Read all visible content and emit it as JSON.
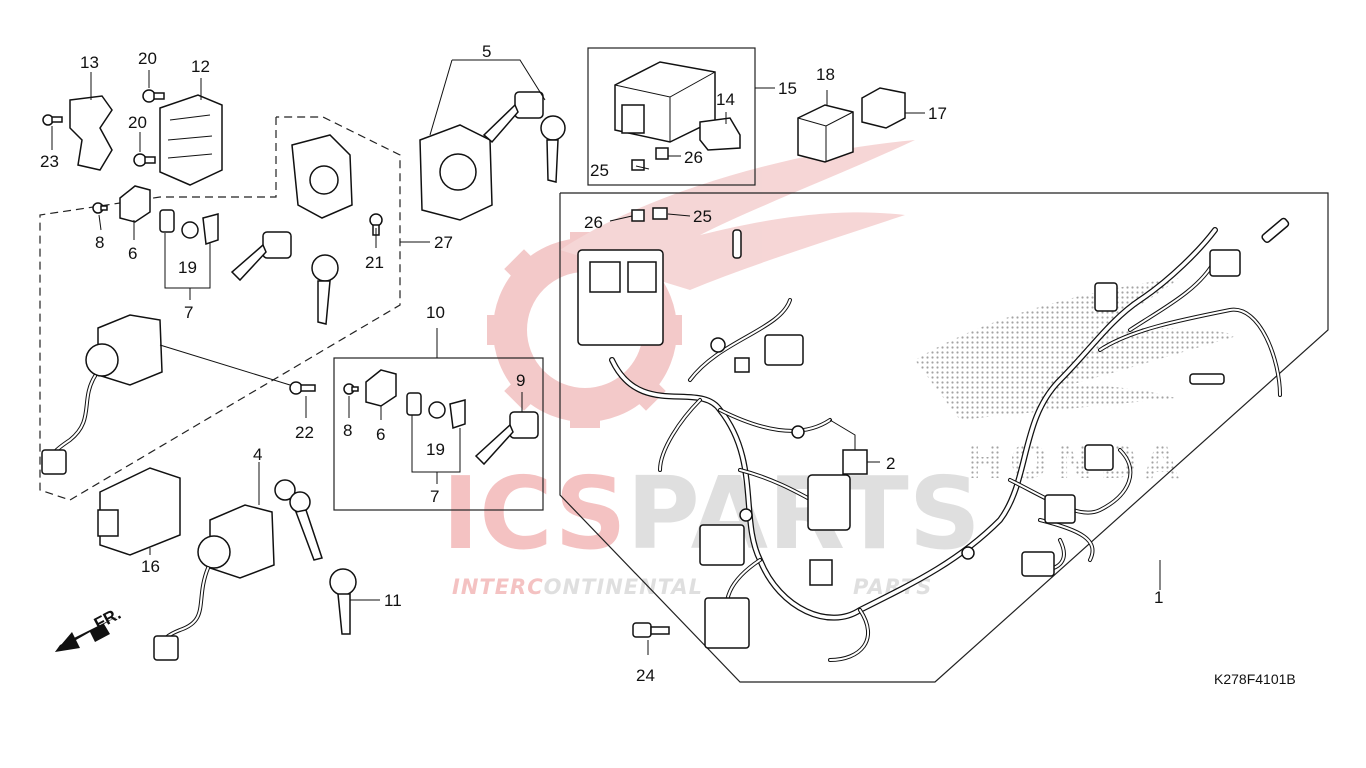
{
  "watermark": {
    "brand": "ICSPARTS",
    "brand_accent": "ICS",
    "brand_rest": "PARTS",
    "tagline_accent": "INTERC",
    "tagline_rest": "ONTINENTAL",
    "tagline_tail": "PARTS",
    "wing_text": "HONDA",
    "accent_color": "#e05a5a",
    "muted_color": "#d9d9d9"
  },
  "diagram_code": "K278F4101B",
  "direction_label": "FR.",
  "callouts": {
    "c1": "1",
    "c2": "2",
    "c4": "4",
    "c5": "5",
    "c6a": "6",
    "c6b": "6",
    "c7a": "7",
    "c7b": "7",
    "c8a": "8",
    "c8b": "8",
    "c9": "9",
    "c10": "10",
    "c11": "11",
    "c12": "12",
    "c13": "13",
    "c14": "14",
    "c15": "15",
    "c16": "16",
    "c17": "17",
    "c18": "18",
    "c19a": "19",
    "c19b": "19",
    "c20a": "20",
    "c20b": "20",
    "c21": "21",
    "c22": "22",
    "c23": "23",
    "c24": "24",
    "c25a": "25",
    "c25b": "25",
    "c26a": "26",
    "c26b": "26",
    "c27": "27"
  }
}
